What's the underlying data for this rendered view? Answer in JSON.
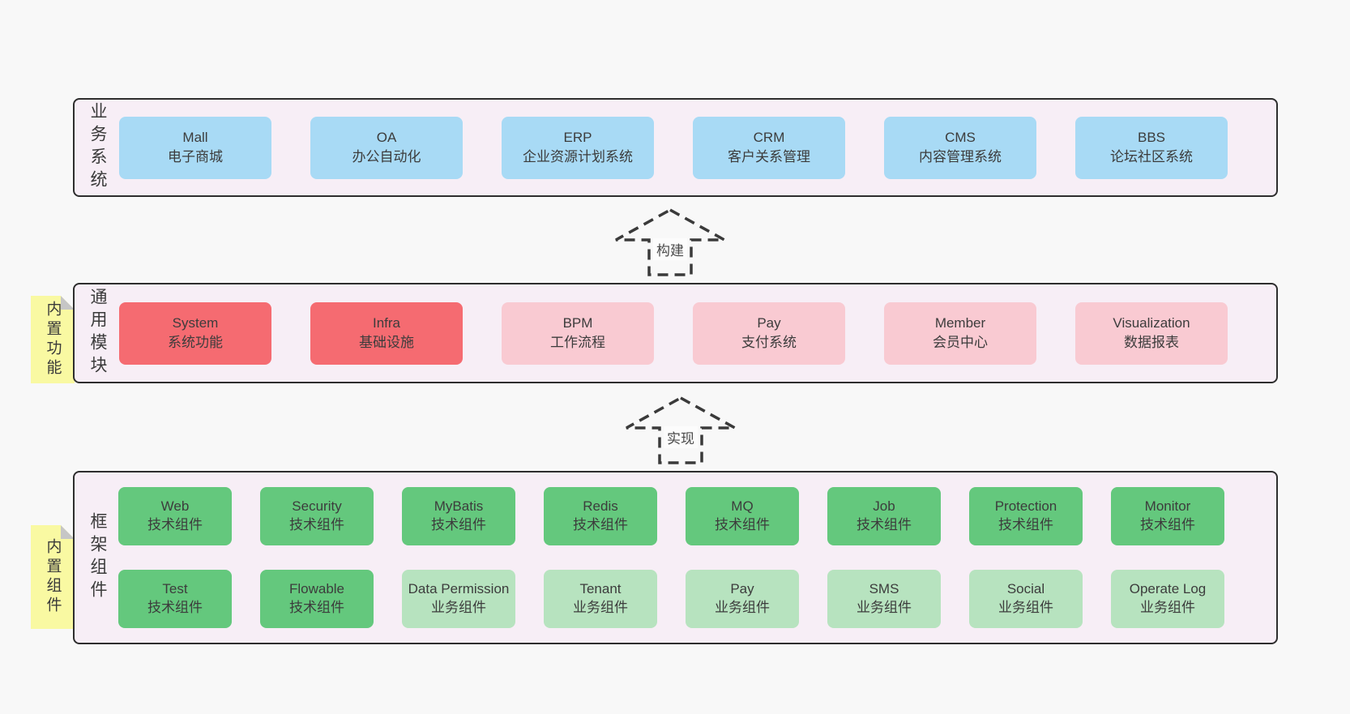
{
  "colors": {
    "page_bg": "#f8f8f8",
    "container_bg": "#f7eef6",
    "container_border": "#2e2e2e",
    "box_blue": "#a8daf5",
    "box_red": "#f56b71",
    "box_pink": "#f9cad2",
    "box_green": "#64c87d",
    "box_lightgreen": "#b7e3bf",
    "note_yellow": "#f9f9a2",
    "note_fold_gray": "#c6c6c6",
    "text": "#3c3c3c"
  },
  "arrows": [
    {
      "label": "构建"
    },
    {
      "label": "实现"
    }
  ],
  "layers": [
    {
      "label": "业务系统",
      "note": null,
      "rows": [
        [
          {
            "en": "Mall",
            "zh": "电子商城",
            "type": "blue"
          },
          {
            "en": "OA",
            "zh": "办公自动化",
            "type": "blue"
          },
          {
            "en": "ERP",
            "zh": "企业资源计划系统",
            "type": "blue"
          },
          {
            "en": "CRM",
            "zh": "客户关系管理",
            "type": "blue"
          },
          {
            "en": "CMS",
            "zh": "内容管理系统",
            "type": "blue"
          },
          {
            "en": "BBS",
            "zh": "论坛社区系统",
            "type": "blue"
          }
        ]
      ]
    },
    {
      "label": "通用模块",
      "note": "内置功能",
      "rows": [
        [
          {
            "en": "System",
            "zh": "系统功能",
            "type": "red"
          },
          {
            "en": "Infra",
            "zh": "基础设施",
            "type": "red"
          },
          {
            "en": "BPM",
            "zh": "工作流程",
            "type": "pink"
          },
          {
            "en": "Pay",
            "zh": "支付系统",
            "type": "pink"
          },
          {
            "en": "Member",
            "zh": "会员中心",
            "type": "pink"
          },
          {
            "en": "Visualization",
            "zh": "数据报表",
            "type": "pink"
          }
        ]
      ]
    },
    {
      "label": "框架组件",
      "note": "内置组件",
      "rows": [
        [
          {
            "en": "Web",
            "zh": "技术组件",
            "type": "green"
          },
          {
            "en": "Security",
            "zh": "技术组件",
            "type": "green"
          },
          {
            "en": "MyBatis",
            "zh": "技术组件",
            "type": "green"
          },
          {
            "en": "Redis",
            "zh": "技术组件",
            "type": "green"
          },
          {
            "en": "MQ",
            "zh": "技术组件",
            "type": "green"
          },
          {
            "en": "Job",
            "zh": "技术组件",
            "type": "green"
          },
          {
            "en": "Protection",
            "zh": "技术组件",
            "type": "green"
          },
          {
            "en": "Monitor",
            "zh": "技术组件",
            "type": "green"
          }
        ],
        [
          {
            "en": "Test",
            "zh": "技术组件",
            "type": "green"
          },
          {
            "en": "Flowable",
            "zh": "技术组件",
            "type": "green"
          },
          {
            "en": "Data Permission",
            "zh": "业务组件",
            "type": "lightgreen"
          },
          {
            "en": "Tenant",
            "zh": "业务组件",
            "type": "lightgreen"
          },
          {
            "en": "Pay",
            "zh": "业务组件",
            "type": "lightgreen"
          },
          {
            "en": "SMS",
            "zh": "业务组件",
            "type": "lightgreen"
          },
          {
            "en": "Social",
            "zh": "业务组件",
            "type": "lightgreen"
          },
          {
            "en": "Operate Log",
            "zh": "业务组件",
            "type": "lightgreen"
          }
        ]
      ]
    }
  ]
}
